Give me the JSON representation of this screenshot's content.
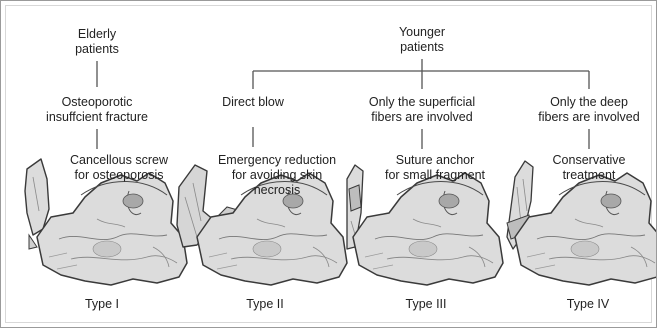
{
  "nodes": {
    "elderly": {
      "lines": [
        "Elderly",
        "patients"
      ]
    },
    "younger": {
      "lines": [
        "Younger",
        "patients"
      ]
    },
    "osteoporotic": {
      "lines": [
        "Osteoporotic",
        "insuffcient fracture"
      ]
    },
    "direct_blow": {
      "lines": [
        "Direct blow"
      ]
    },
    "superficial": {
      "lines": [
        "Only the superficial",
        "fibers are involved"
      ]
    },
    "deep": {
      "lines": [
        "Only the deep",
        "fibers are involved"
      ]
    },
    "cancellous": {
      "lines": [
        "Cancellous screw",
        "for osteoporosis"
      ]
    },
    "emergency": {
      "lines": [
        "Emergency reduction",
        "for avoiding skin",
        "necrosis"
      ]
    },
    "suture": {
      "lines": [
        "Suture anchor",
        "for small fragment"
      ]
    },
    "conservative": {
      "lines": [
        "Conservative",
        "treatment"
      ]
    }
  },
  "types": [
    "Type I",
    "Type II",
    "Type III",
    "Type IV"
  ],
  "colors": {
    "line": "#555555",
    "bone_fill": "#dcdcdc",
    "bone_stroke": "#3a3a3a",
    "bone_shade": "#a8a8a8"
  }
}
